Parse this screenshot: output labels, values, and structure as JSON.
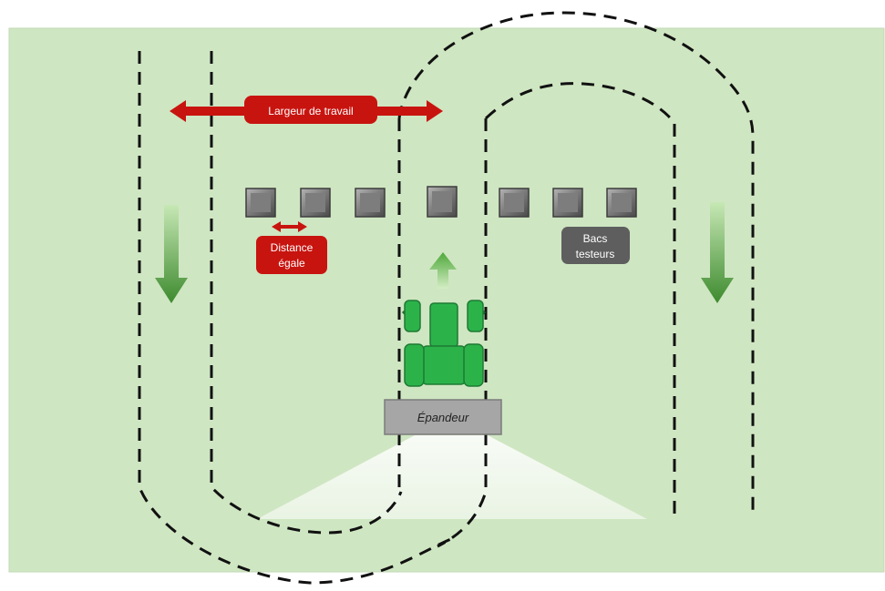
{
  "labels": {
    "working_width": "Largeur de travail",
    "equal_distance_line1": "Distance",
    "equal_distance_line2": "égale",
    "test_trays_line1": "Bacs",
    "test_trays_line2": "testeurs",
    "spreader": "Épandeur"
  },
  "colors": {
    "field": "#cfe6c2",
    "red": "#c8140f",
    "tractor": "#2bb34a",
    "tray": "#6f6f6f",
    "spreader": "#a6a6a6",
    "dashes": "#111111"
  },
  "icons": [
    "tractor-icon",
    "arrow-down-icon",
    "arrow-up-icon",
    "double-arrow-icon",
    "test-tray-icon"
  ]
}
